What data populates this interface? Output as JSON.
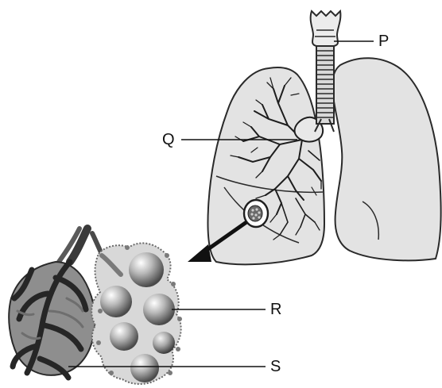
{
  "labels": {
    "p": "P",
    "q": "Q",
    "r": "R",
    "s": "S"
  },
  "parts": {
    "trachea": "trachea",
    "right_lung": "right-lung",
    "left_lung": "left-lung",
    "alveoli_cluster": "alveoli-cluster",
    "capillary_network": "capillary-network"
  },
  "colors": {
    "lung_fill": "#e3e3e3",
    "outline": "#2a2a2a",
    "alveolus_fill": "#c9c9c9",
    "sac_fill": "#dcdcdc",
    "vessel": "#3a3a3a"
  }
}
